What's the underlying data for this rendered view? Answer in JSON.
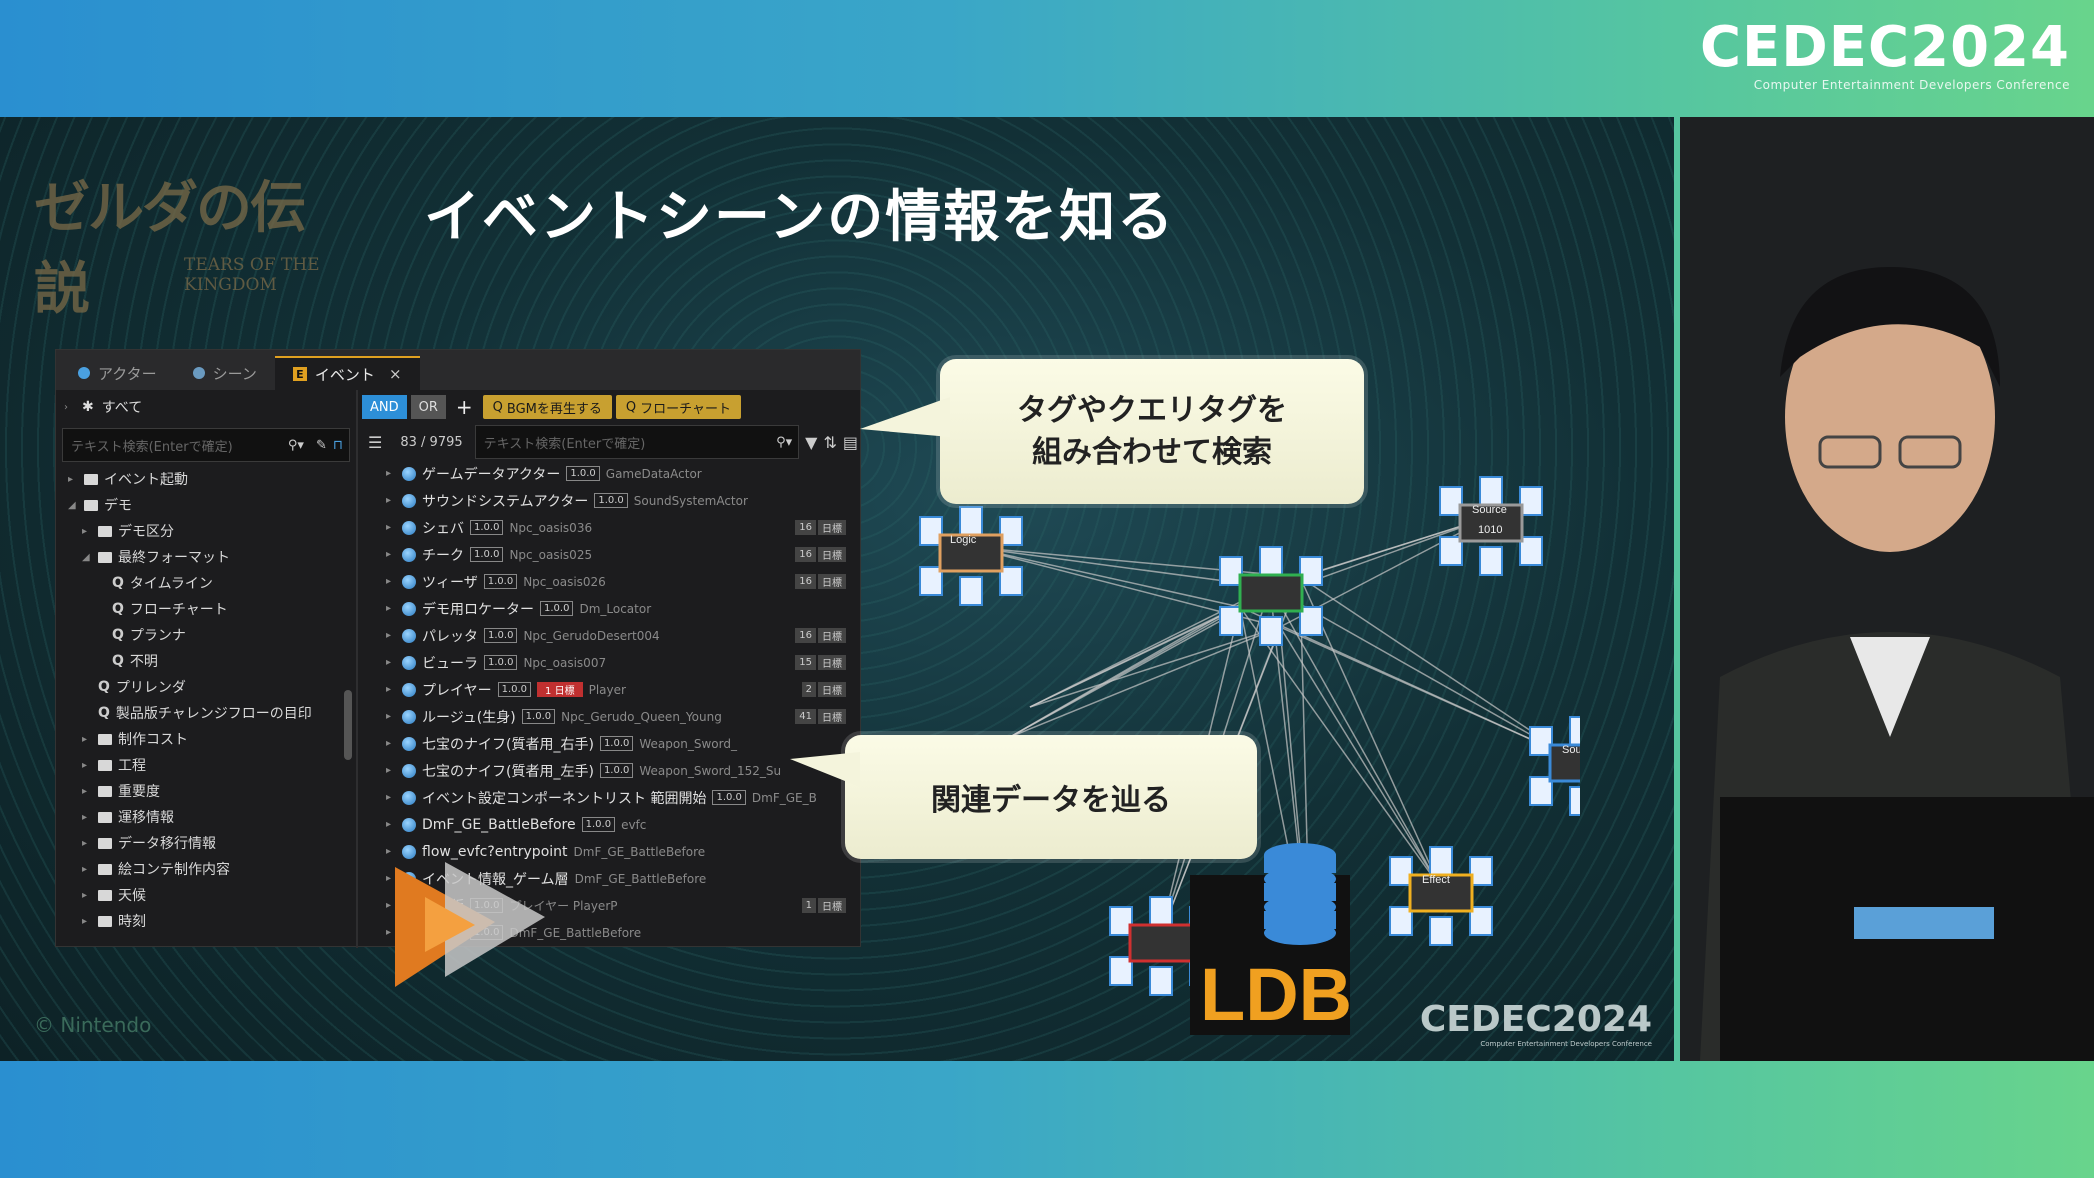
{
  "cedec_top": {
    "logo": "CEDEC2024",
    "subtitle": "Computer Entertainment Developers Conference"
  },
  "cedec_slide": {
    "logo": "CEDEC2024",
    "subtitle": "Computer Entertainment Developers Conference"
  },
  "game_logo": {
    "jp": "ゼルダの伝説",
    "en": "TEARS OF THE KINGDOM"
  },
  "slide_title": "イベントシーンの情報を知る",
  "copyright": "© Nintendo",
  "tool": {
    "tabs": [
      {
        "label": "アクター",
        "active": false
      },
      {
        "label": "シーン",
        "active": false
      },
      {
        "label": "イベント",
        "active": true,
        "close": "×"
      }
    ],
    "left": {
      "all_label": "すべて",
      "search_placeholder": "テキスト検索(Enterで確定)",
      "tree": [
        {
          "label": "イベント起動",
          "indent": 0,
          "kind": "folder",
          "caret": "▸"
        },
        {
          "label": "デモ",
          "indent": 0,
          "kind": "folder",
          "caret": "◢"
        },
        {
          "label": "デモ区分",
          "indent": 1,
          "kind": "folder",
          "caret": "▸"
        },
        {
          "label": "最終フォーマット",
          "indent": 1,
          "kind": "folder",
          "caret": "◢"
        },
        {
          "label": "タイムライン",
          "indent": 2,
          "kind": "query",
          "caret": ""
        },
        {
          "label": "フローチャート",
          "indent": 2,
          "kind": "query",
          "caret": ""
        },
        {
          "label": "プランナ",
          "indent": 2,
          "kind": "query",
          "caret": ""
        },
        {
          "label": "不明",
          "indent": 2,
          "kind": "query",
          "caret": ""
        },
        {
          "label": "プリレンダ",
          "indent": 1,
          "kind": "query",
          "caret": ""
        },
        {
          "label": "製品版チャレンジフローの目印",
          "indent": 1,
          "kind": "query",
          "caret": ""
        },
        {
          "label": "制作コスト",
          "indent": 1,
          "kind": "folder",
          "caret": "▸"
        },
        {
          "label": "工程",
          "indent": 1,
          "kind": "folder",
          "caret": "▸"
        },
        {
          "label": "重要度",
          "indent": 1,
          "kind": "folder",
          "caret": "▸"
        },
        {
          "label": "運移情報",
          "indent": 1,
          "kind": "folder",
          "caret": "▸"
        },
        {
          "label": "データ移行情報",
          "indent": 1,
          "kind": "folder",
          "caret": "▸"
        },
        {
          "label": "絵コンテ制作内容",
          "indent": 1,
          "kind": "folder",
          "caret": "▸"
        },
        {
          "label": "天候",
          "indent": 1,
          "kind": "folder",
          "caret": "▸"
        },
        {
          "label": "時刻",
          "indent": 1,
          "kind": "folder",
          "caret": "▸"
        }
      ]
    },
    "right": {
      "and_label": "AND",
      "or_label": "OR",
      "plus": "+",
      "chips": [
        "BGMを再生する",
        "フローチャート"
      ],
      "count_current": "83",
      "count_total": "/ 9795",
      "search_placeholder": "テキスト検索(Enterで確定)",
      "rows": [
        {
          "name": "ゲームデータアクター",
          "ver": "1.0.0",
          "id": "GameDataActor",
          "count": "",
          "tag": ""
        },
        {
          "name": "サウンドシステムアクター",
          "ver": "1.0.0",
          "id": "SoundSystemActor",
          "count": "",
          "tag": ""
        },
        {
          "name": "シェバ",
          "ver": "1.0.0",
          "id": "Npc_oasis036",
          "count": "16",
          "tag": "日標"
        },
        {
          "name": "チーク",
          "ver": "1.0.0",
          "id": "Npc_oasis025",
          "count": "16",
          "tag": "日標"
        },
        {
          "name": "ツィーザ",
          "ver": "1.0.0",
          "id": "Npc_oasis026",
          "count": "16",
          "tag": "日標"
        },
        {
          "name": "デモ用ロケーター",
          "ver": "1.0.0",
          "id": "Dm_Locator",
          "count": "",
          "tag": ""
        },
        {
          "name": "パレッタ",
          "ver": "1.0.0",
          "id": "Npc_GerudoDesert004",
          "count": "16",
          "tag": "日標"
        },
        {
          "name": "ビューラ",
          "ver": "1.0.0",
          "id": "Npc_oasis007",
          "count": "15",
          "tag": "日標"
        },
        {
          "name": "プレイヤー",
          "ver": "1.0.0",
          "id": "Player",
          "count": "2",
          "tag": "日標",
          "red": "1 日標"
        },
        {
          "name": "ルージュ(生身)",
          "ver": "1.0.0",
          "id": "Npc_Gerudo_Queen_Young",
          "count": "41",
          "tag": "日標"
        },
        {
          "name": "七宝のナイフ(質者用_右手)",
          "ver": "1.0.0",
          "id": "Weapon_Sword_",
          "count": "",
          "tag": ""
        },
        {
          "name": "七宝のナイフ(質者用_左手)",
          "ver": "1.0.0",
          "id": "Weapon_Sword_152_Su",
          "count": "",
          "tag": ""
        },
        {
          "name": "イベント設定コンポーネントリスト 範囲開始",
          "ver": "1.0.0",
          "id": "DmF_GE_B",
          "count": "",
          "tag": ""
        },
        {
          "name": "DmF_GE_BattleBefore",
          "ver": "1.0.0",
          "id": "evfc",
          "count": "",
          "tag": ""
        },
        {
          "name": "flow_evfc?entrypoint",
          "ver": "",
          "id": "DmF_GE_BattleBefore",
          "count": "",
          "tag": ""
        },
        {
          "name": "イベント情報_ゲーム層",
          "ver": "",
          "id": "DmF_GE_BattleBefore",
          "count": "",
          "tag": ""
        },
        {
          "name": "拡張版",
          "ver": "1.0.0",
          "id": "プレイヤー PlayerP",
          "count": "1",
          "tag": "日標"
        },
        {
          "name": "データ",
          "ver": "1.0.0",
          "id": "DmF_GE_BattleBefore",
          "count": "",
          "tag": ""
        }
      ]
    }
  },
  "callouts": {
    "search_line1": "タグやクエリタグを",
    "search_line2": "組み合わせて検索",
    "trace": "関連データを辿る"
  },
  "graph": {
    "node_labels": {
      "logic": "Logic",
      "source": "Source",
      "effect": "Effect",
      "sound": "Sound"
    },
    "binary": "1010",
    "ldb": "LDB"
  },
  "colors": {
    "and_blue": "#2d8fd8",
    "chip_gold": "#c8a030",
    "active_tab": "#e0a020",
    "ldb_orange": "#f0a020",
    "ldb_db_blue": "#3a8ad8"
  }
}
